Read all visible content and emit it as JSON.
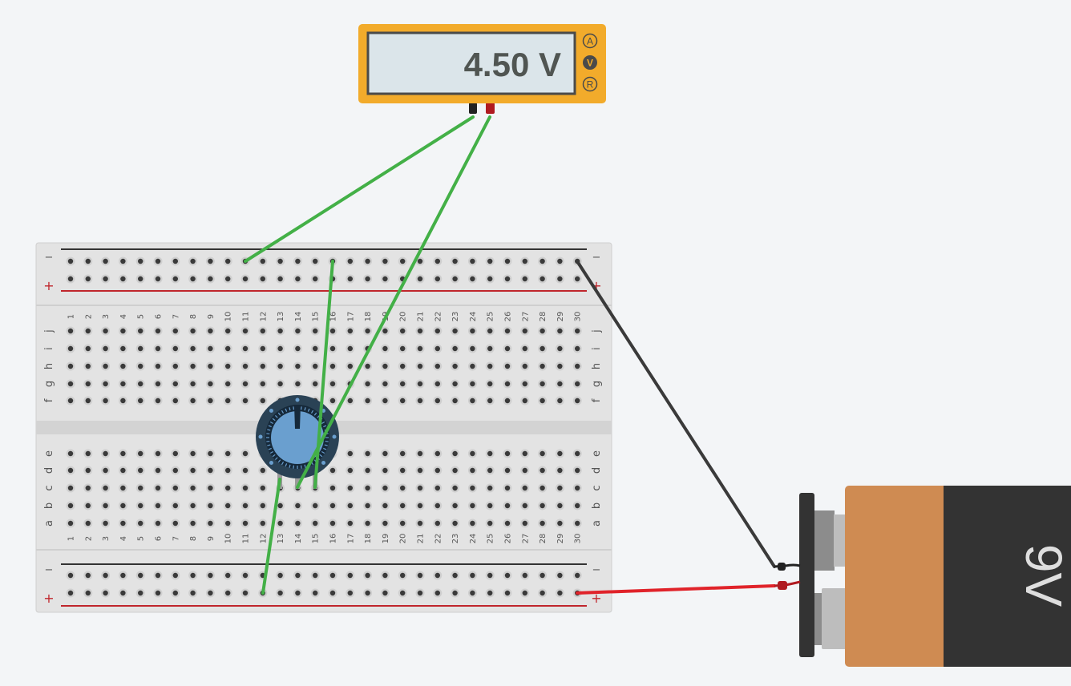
{
  "multimeter": {
    "reading": "4.50 V",
    "modes": [
      "A",
      "V",
      "R"
    ],
    "active_mode": "V",
    "body_color": "#f2ab2b"
  },
  "breadboard": {
    "columns": 30,
    "top_rows": [
      "j",
      "i",
      "h",
      "g",
      "f"
    ],
    "bottom_rows": [
      "e",
      "d",
      "c",
      "b",
      "a"
    ],
    "rail_minus": "−",
    "rail_plus": "+"
  },
  "potentiometer": {
    "icon": "rotary-knob",
    "color": "#6a9fcf"
  },
  "battery": {
    "label": "9V",
    "colors": {
      "orange": "#cf8b52",
      "dark": "#333333"
    }
  },
  "wires": {
    "green": "#43b047",
    "black": "#3a3a3a",
    "red": "#e0232a"
  }
}
